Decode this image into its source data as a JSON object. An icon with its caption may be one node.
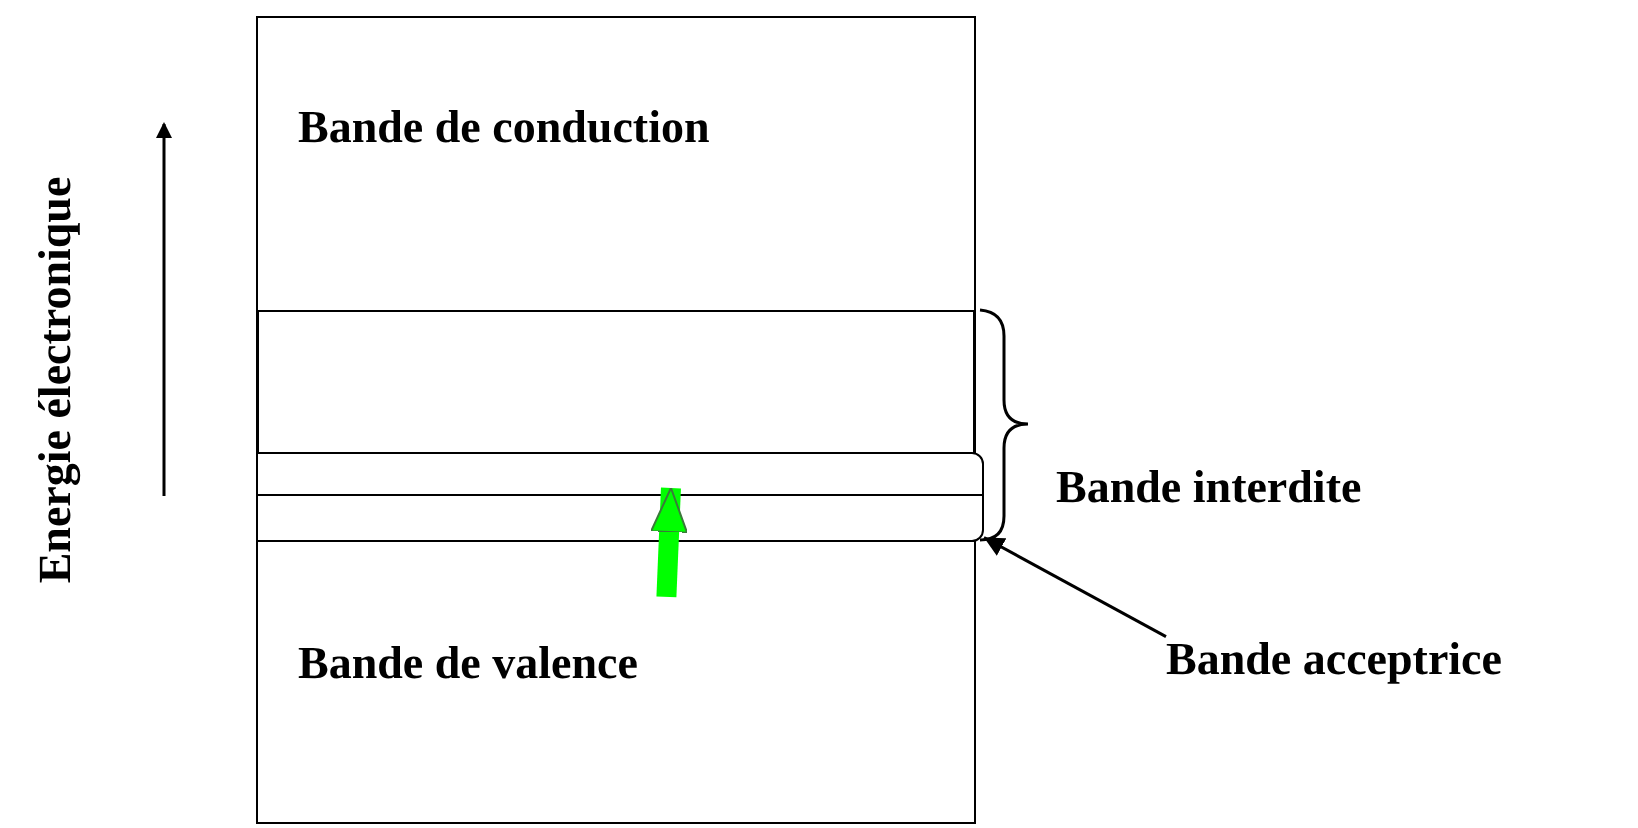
{
  "diagram": {
    "nodes": [
      {
        "text": [
          "Bande de conduction"
        ]
      },
      {
        "text": [],
        "shape": "bar"
      },
      {
        "text": [
          "Bande de valence"
        ]
      },
      {
        "text": [
          "Bande acceptrice"
        ]
      }
    ],
    "edges": [
      {
        "from": 2,
        "to": 1,
        "arrow": "to",
        "style": "thick",
        "color": "#00ff00"
      },
      {
        "from": 3,
        "to": 1,
        "arrow": "to",
        "color": "#000000"
      }
    ],
    "labels": [
      "Bande interdite",
      "Energie électronique"
    ]
  }
}
